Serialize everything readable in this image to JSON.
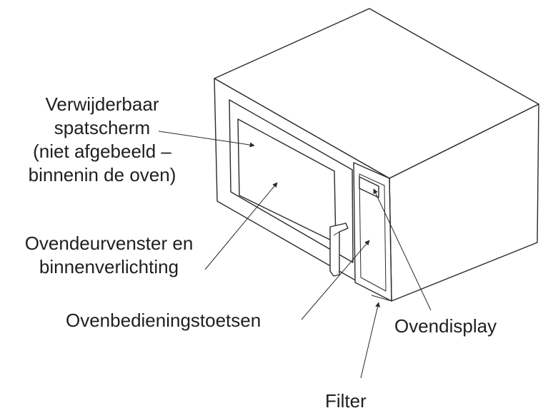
{
  "labels": {
    "splash_screen": [
      "Verwijderbaar",
      "spatscherm",
      "(niet afgebeeld –",
      "binnenin de oven)"
    ],
    "door_window": [
      "Ovendeurvenster en",
      "binnenverlichting"
    ],
    "controls": "Ovenbedieningstoetsen",
    "display": "Ovendisplay",
    "filter": "Filter"
  },
  "colors": {
    "line": "#2a2a2a",
    "label": "#1f1f1f",
    "background": "#ffffff"
  }
}
